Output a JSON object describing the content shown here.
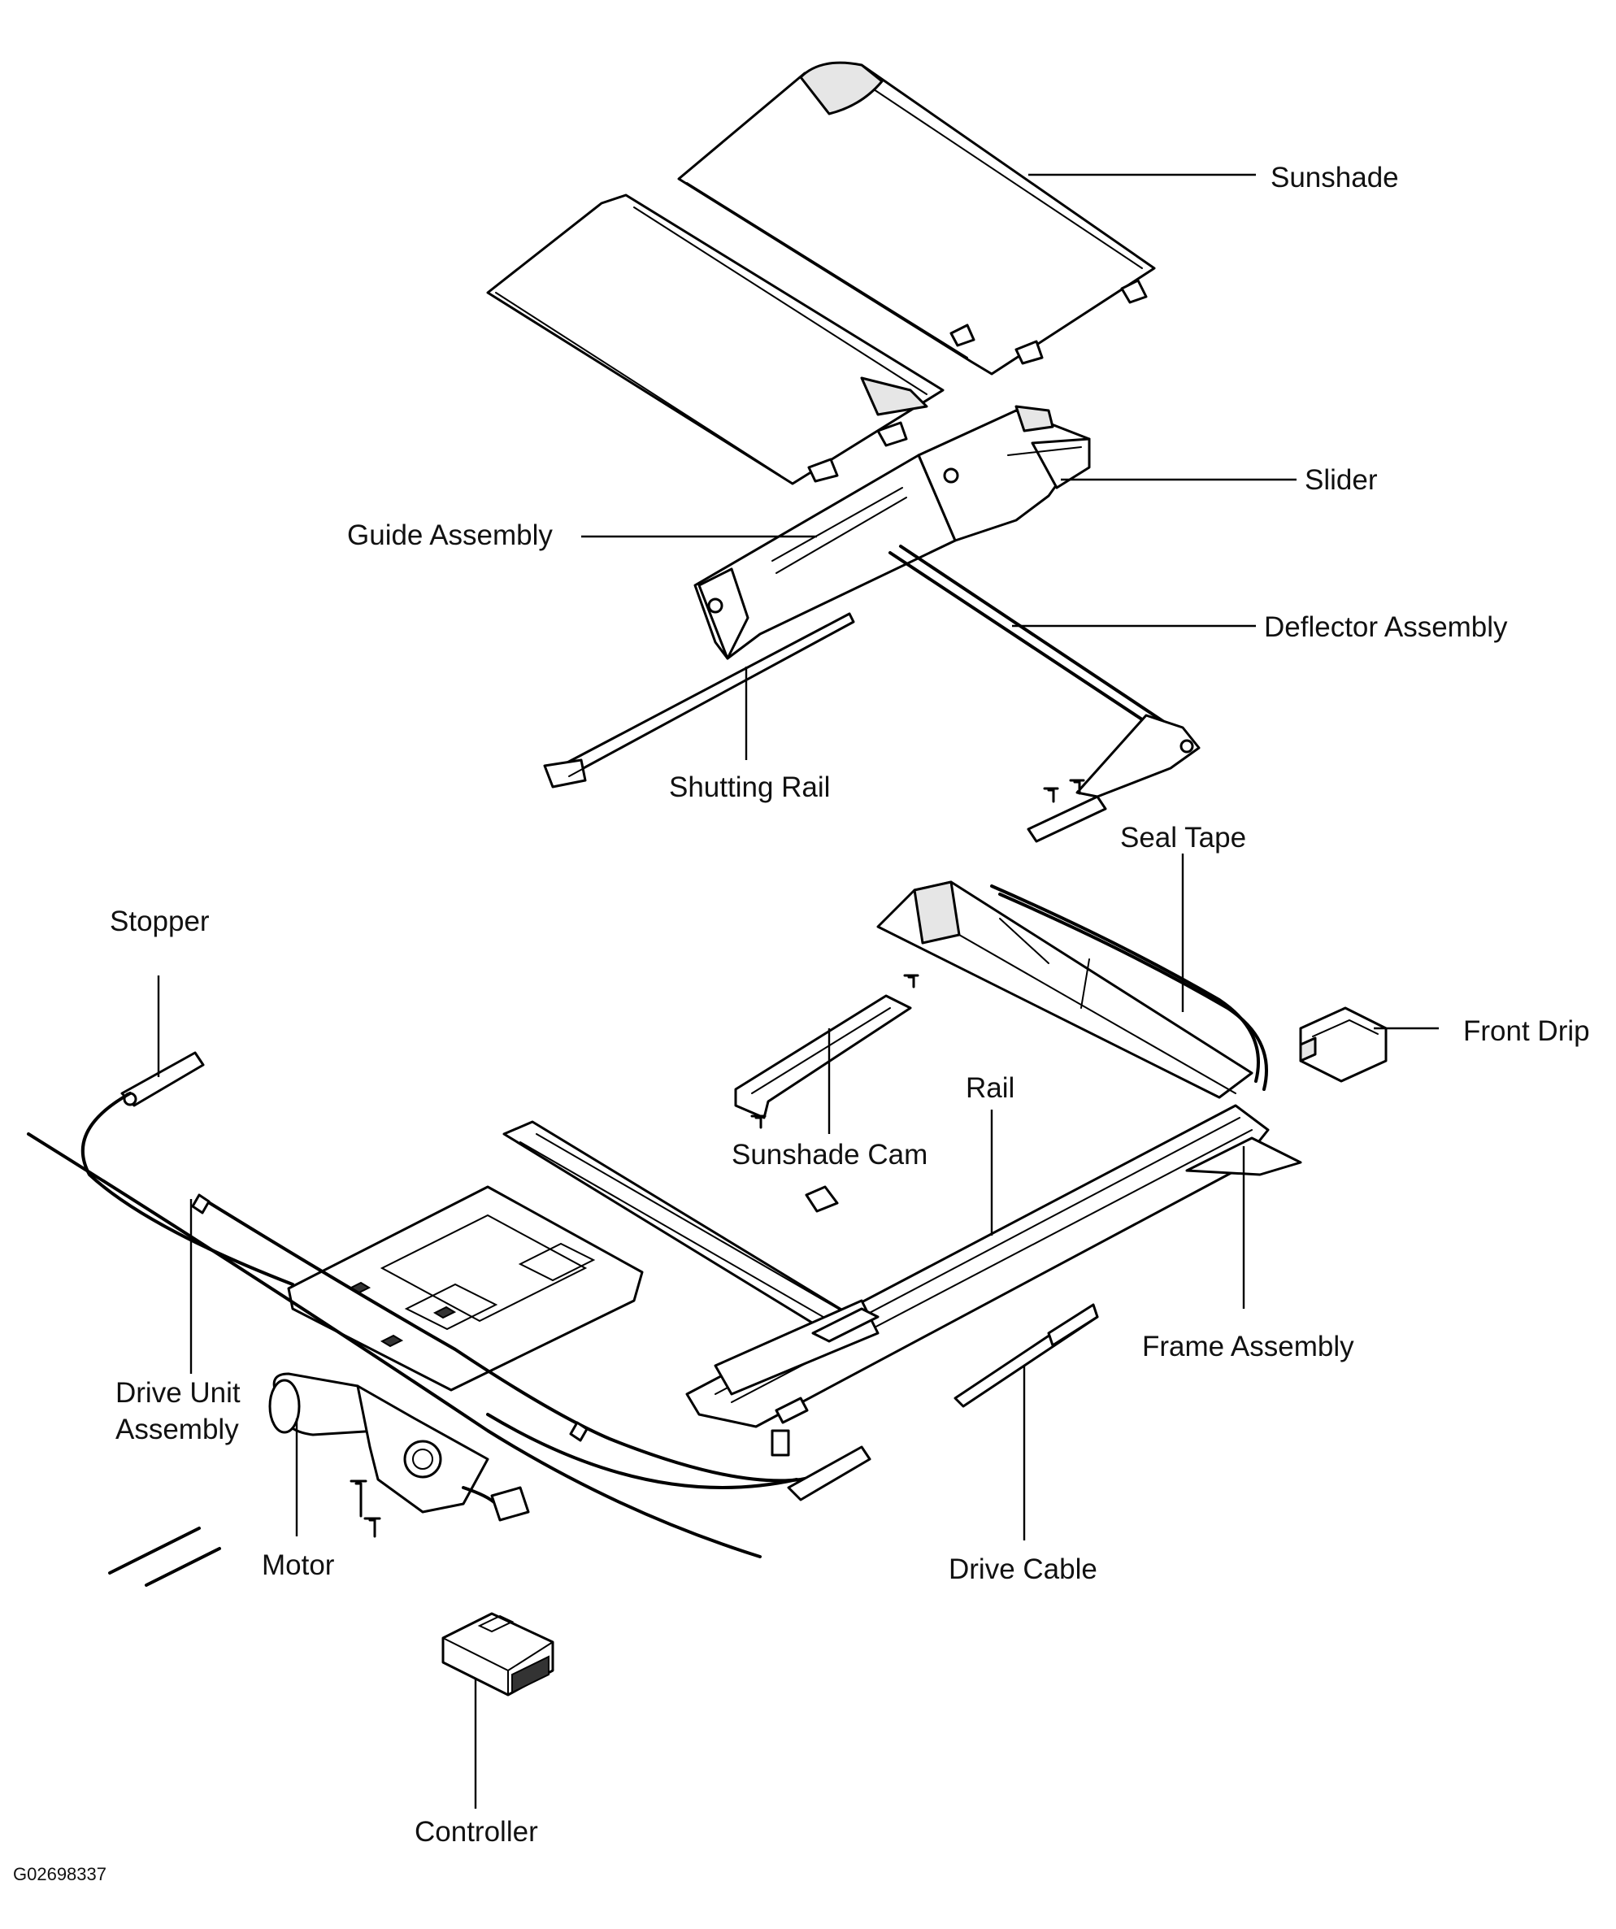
{
  "labels": {
    "sunshade": "Sunshade",
    "slider": "Slider",
    "guide_assembly": "Guide Assembly",
    "deflector_assembly": "Deflector Assembly",
    "shutting_rail": "Shutting Rail",
    "seal_tape": "Seal Tape",
    "stopper": "Stopper",
    "front_drip": "Front Drip",
    "rail": "Rail",
    "sunshade_cam": "Sunshade Cam",
    "frame_assembly": "Frame Assembly",
    "drive_unit_assembly_line1": "Drive Unit",
    "drive_unit_assembly_line2": "Assembly",
    "motor": "Motor",
    "drive_cable": "Drive Cable",
    "controller": "Controller"
  },
  "figure_code": "G02698337",
  "colors": {
    "ink": "#000000",
    "part_fill": "#ffffff",
    "shade": "#e6e6e6"
  }
}
